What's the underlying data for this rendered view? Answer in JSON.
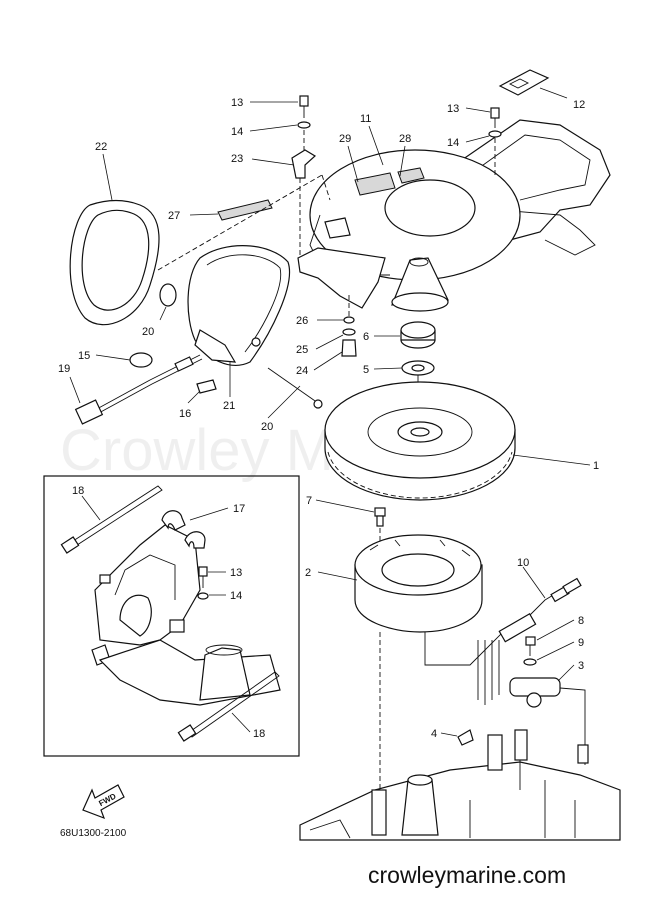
{
  "diagram": {
    "callouts": [
      "13",
      "14",
      "12",
      "13",
      "14",
      "22",
      "29",
      "11",
      "28",
      "23",
      "27",
      "20",
      "26",
      "6",
      "25",
      "15",
      "19",
      "24",
      "5",
      "16",
      "21",
      "20",
      "1",
      "7",
      "17",
      "18",
      "13",
      "14",
      "2",
      "10",
      "8",
      "9",
      "3",
      "4",
      "18"
    ],
    "drawing_code": "68U1300-2100",
    "fwd_label": "FWD",
    "website": "crowleymarine.com",
    "watermark": "Crowley Marine"
  }
}
